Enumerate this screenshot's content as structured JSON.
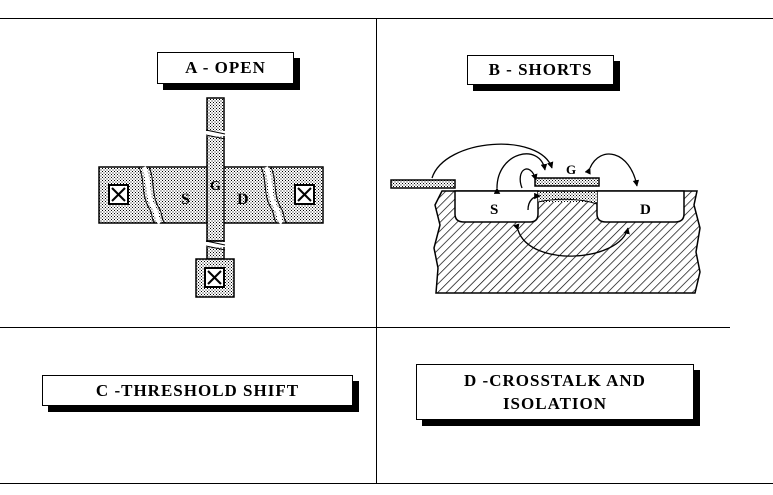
{
  "panels": {
    "a": {
      "title": "A - OPEN",
      "source": "S",
      "drain": "D",
      "gate": "G"
    },
    "b": {
      "title": "B - SHORTS",
      "source": "S",
      "drain": "D",
      "gate": "G"
    },
    "c": {
      "title": "C -THRESHOLD SHIFT"
    },
    "d": {
      "title_line1": "D -CROSSTALK AND",
      "title_line2": "ISOLATION"
    }
  },
  "colors": {
    "ink": "#000000",
    "paper": "#ffffff"
  }
}
